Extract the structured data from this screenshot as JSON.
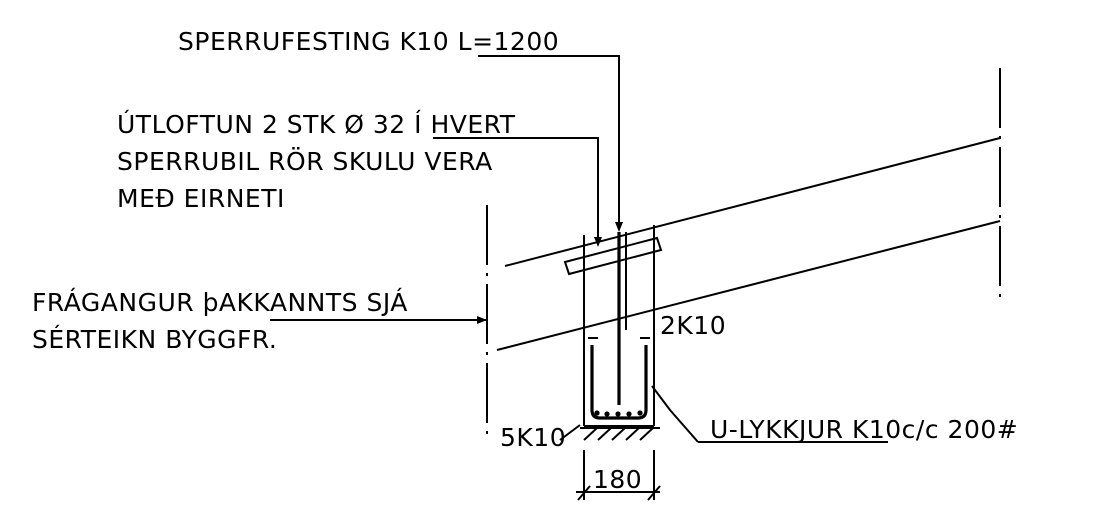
{
  "labels": {
    "sperrufesting": "SPERRUFESTING K10 L=1200",
    "utloftun_line1": "ÚTLOFTUN 2 STK Ø 32 Í HVERT",
    "utloftun_line2": "SPERRUBIL RÖR SKULU VERA",
    "utloftun_line3": "MEÐ EIRNETI",
    "fragangur_line1": "FRÁGANGUR þAKKANNTS SJÁ",
    "fragangur_line2": "SÉRTEIKN BYGGFR.",
    "rebar_top": "2K10",
    "rebar_bottom": "5K10",
    "stirrups": "U-LYKKJUR K10c/c 200#",
    "dimension": "180"
  }
}
